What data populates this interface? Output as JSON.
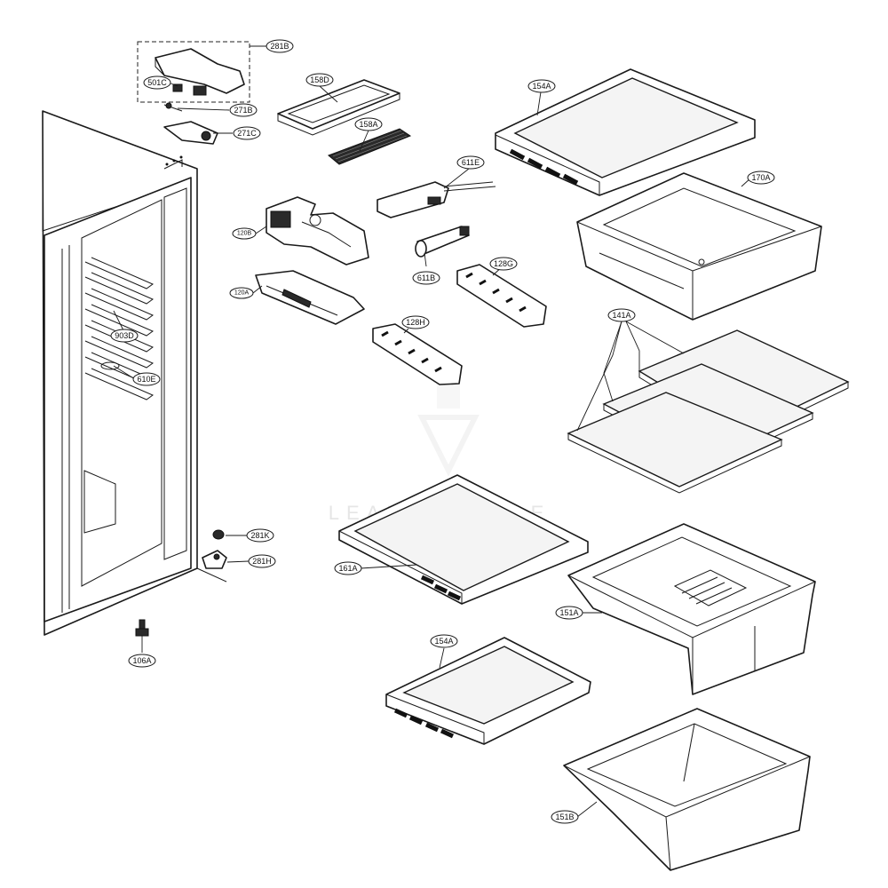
{
  "diagram": {
    "callouts": {
      "c281B": "281B",
      "c501C": "501C",
      "c271B": "271B",
      "c271C": "271C",
      "c158D": "158D",
      "c158A": "158A",
      "c611E": "611E",
      "c611B": "611B",
      "c120B": "120B",
      "c120A": "120A",
      "c128G": "128G",
      "c128H": "128H",
      "c903D": "903D",
      "c610E": "610E",
      "c154A_top": "154A",
      "c170A": "170A",
      "c141A": "141A",
      "c161A": "161A",
      "c151A": "151A",
      "c154A_bottom": "154A",
      "c151B": "151B",
      "c281K": "281K",
      "c281H": "281H",
      "c106A": "106A"
    },
    "watermark": "LEADVENTURE"
  }
}
